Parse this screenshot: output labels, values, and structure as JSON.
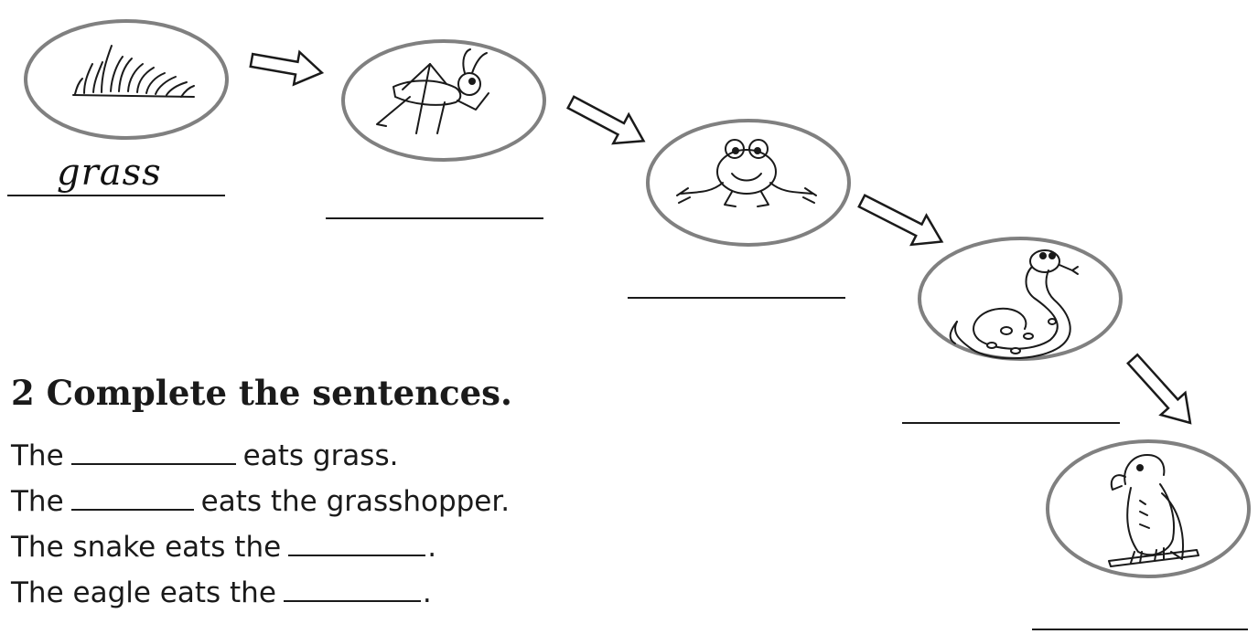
{
  "food_chain": {
    "nodes": [
      {
        "id": "grass",
        "icon": "grass-icon",
        "answer": "grass"
      },
      {
        "id": "grasshopper",
        "icon": "grasshopper-icon",
        "answer": ""
      },
      {
        "id": "frog",
        "icon": "frog-icon",
        "answer": ""
      },
      {
        "id": "snake",
        "icon": "snake-icon",
        "answer": ""
      },
      {
        "id": "eagle",
        "icon": "eagle-icon",
        "answer": ""
      }
    ],
    "colors": {
      "oval_border": "#808080",
      "ink": "#1a1a1a"
    }
  },
  "exercise": {
    "heading": "2 Complete the sentences.",
    "sentences": [
      {
        "before": "The",
        "after": "eats grass."
      },
      {
        "before": "The",
        "after": "eats the grasshopper."
      },
      {
        "before": "The snake eats the",
        "after": "."
      },
      {
        "before": "The eagle eats the",
        "after": "."
      }
    ]
  }
}
